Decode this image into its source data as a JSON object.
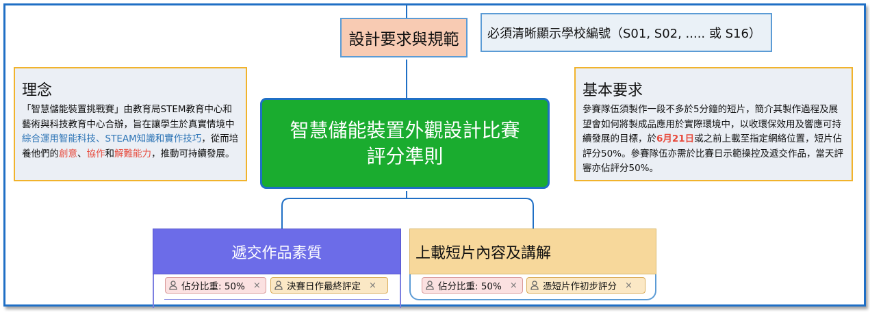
{
  "requirements_node": {
    "label": "設計要求與規範"
  },
  "school_note": {
    "text": "必須清晰顯示學校編號（S01, S02, ..... 或 S16）"
  },
  "central_node": {
    "line1": "智慧儲能裝置外觀設計比賽",
    "line2": "評分準則"
  },
  "philosophy": {
    "title": "理念",
    "seg1": "「智慧儲能裝置挑戰賽」由教育局STEM教育中心和藝術與科技教育中心合辦，旨在讓學生於真實情境中",
    "seg2": "綜合運用智能科技、STEAM知識和實作技巧",
    "seg3": "，從而培養他們的",
    "seg4": "創意",
    "seg5": "、",
    "seg6": "協作",
    "seg7": "和",
    "seg8": "解難能力",
    "seg9": "，推動可持續發展。"
  },
  "basic_requirements": {
    "title": "基本要求",
    "seg1": "參賽隊伍須製作一段不多於5分鐘的短片，簡介其製作過程及展望會如何將製成品應用於實際環境中，以收環保效用及響應可持續發展的目標，於",
    "seg2": "6月21日",
    "seg3": "或之前上載至指定網絡位置，短片佔評分50%。參賽隊伍亦需於比賽日示範操控及遞交作品，當天評審亦佔評分50%。"
  },
  "branch_submission": {
    "label": "遞交作品素質",
    "tags": [
      {
        "text": "佔分比重: 50%",
        "remove": "×"
      },
      {
        "text": "決賽日作最終評定",
        "remove": "×"
      }
    ]
  },
  "branch_video": {
    "label": "上載短片內容及講解",
    "tags": [
      {
        "text": "佔分比重: 50%",
        "remove": "×"
      },
      {
        "text": "憑短片作初步評分",
        "remove": "×"
      }
    ]
  },
  "colors": {
    "frame": "#1f6fc5",
    "central": "#1aac2f",
    "requirements": "#f8cbb3",
    "submission": "#6c6ce8",
    "video": "#f7d89b",
    "card_border": "#f1b32c",
    "highlight_red": "#e74a3c",
    "highlight_blue": "#2e75b6"
  }
}
